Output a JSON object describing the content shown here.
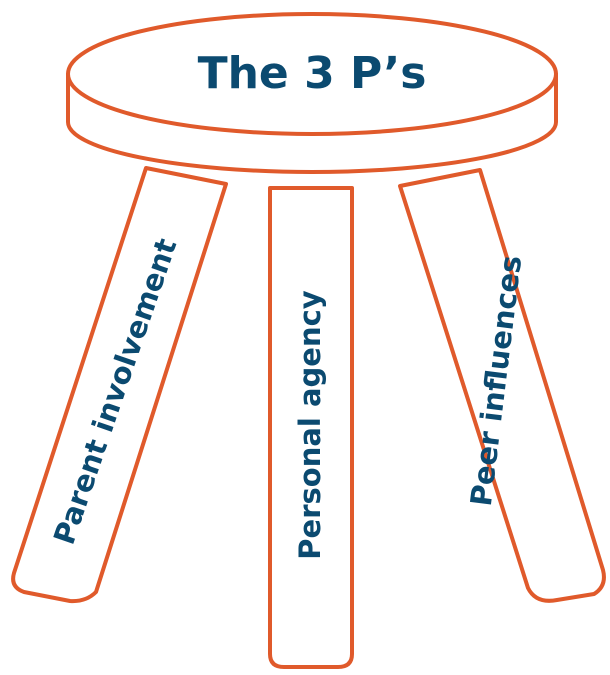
{
  "stool": {
    "title": "The 3 P’s",
    "legs": {
      "left": "Parent involvement",
      "middle": "Personal agency",
      "right": "Peer influences"
    }
  },
  "colors": {
    "outline": "#e05a2b",
    "text": "#0b4a70",
    "background": "#ffffff"
  }
}
